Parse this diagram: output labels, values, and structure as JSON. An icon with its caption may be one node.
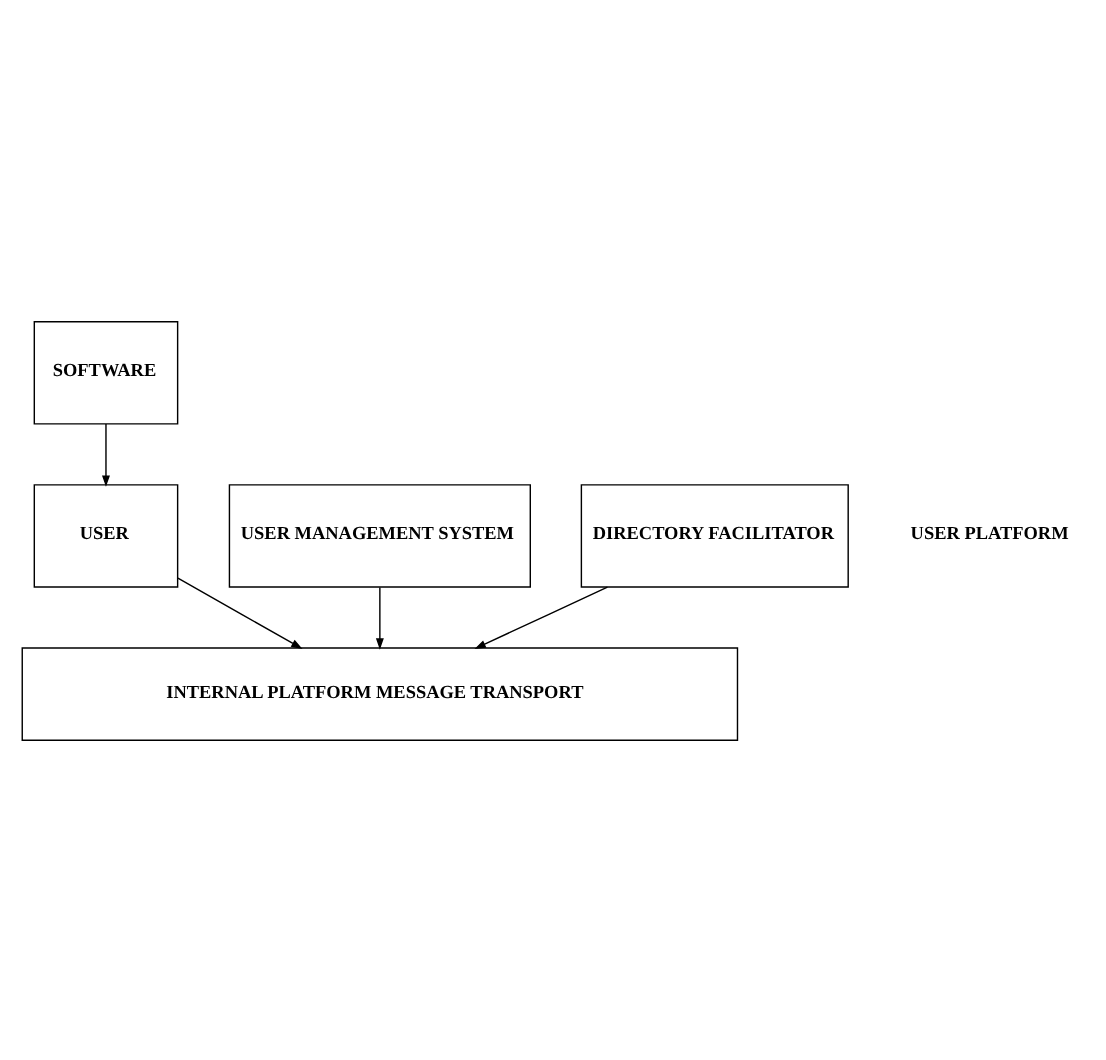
{
  "diagram": {
    "nodes": [
      {
        "text": [
          "SOFTWARE"
        ]
      },
      {
        "text": [
          "USER"
        ]
      },
      {
        "text": [
          "USER MANAGEMENT SYSTEM"
        ]
      },
      {
        "text": [
          "DIRECTORY FACILITATOR"
        ]
      },
      {
        "text": [
          "INTERNAL PLATFORM MESSAGE TRANSPORT"
        ]
      }
    ],
    "edges": [
      {
        "from": 0,
        "to": 1,
        "arrow": "to"
      },
      {
        "from": 1,
        "to": 4,
        "arrow": "to"
      },
      {
        "from": 2,
        "to": 4,
        "arrow": "to"
      },
      {
        "from": 3,
        "to": 4,
        "arrow": "to"
      }
    ],
    "labels": [
      "USER PLATFORM"
    ]
  }
}
